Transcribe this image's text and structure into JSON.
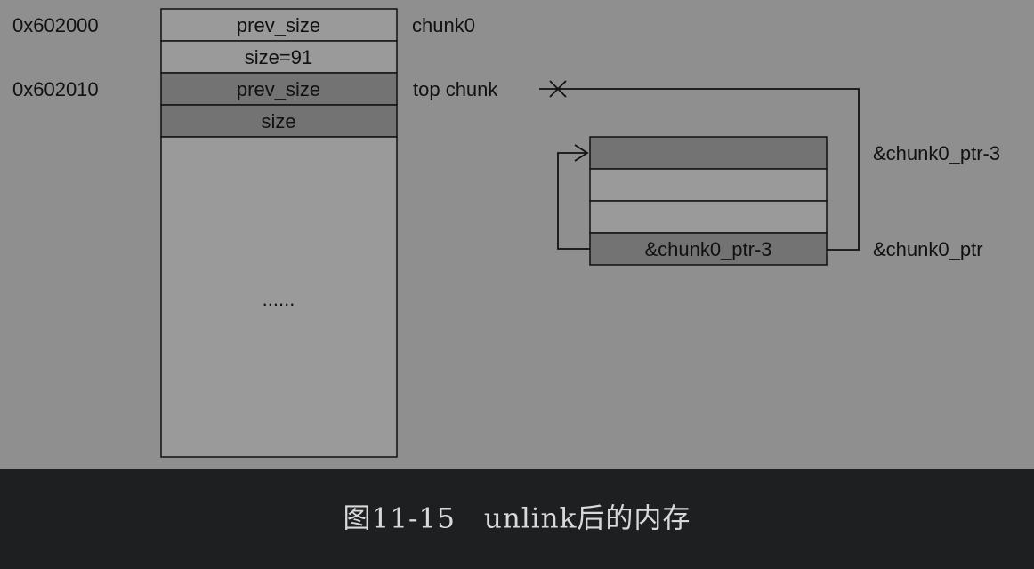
{
  "colors": {
    "background": "#8f8f8f",
    "cell_light": "#9a9a9a",
    "cell_dark": "#737373",
    "line": "#111111",
    "caption_bar": "#1e1f21",
    "caption_text": "#d9d9d9"
  },
  "memory": {
    "addresses": [
      "0x602000",
      "0x602010"
    ],
    "cells": [
      "prev_size",
      "size=91",
      "prev_size",
      "size",
      "......"
    ],
    "labels": {
      "chunk0": "chunk0",
      "top_chunk": "top chunk"
    }
  },
  "pointer_table": {
    "cell_value": "&chunk0_ptr-3",
    "label_top": "&chunk0_ptr-3",
    "label_bottom": "&chunk0_ptr"
  },
  "caption": "图11-15　unlink后的内存"
}
